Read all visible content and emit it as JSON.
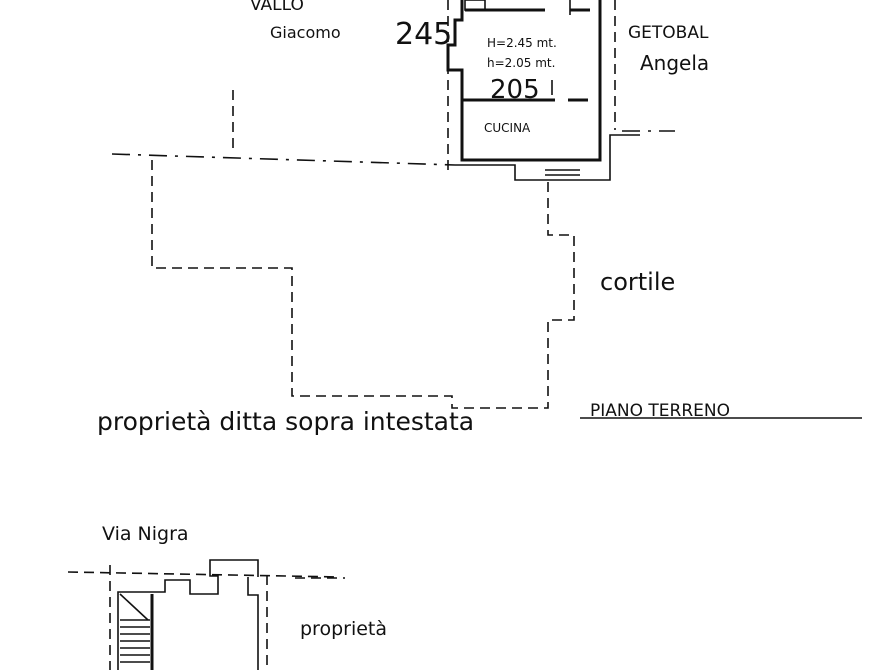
{
  "ground_floor": {
    "neighbor_left": {
      "surname": "VALLO",
      "name": "Giacomo"
    },
    "neighbor_right": {
      "surname": "GETOBAL",
      "name": "Angela"
    },
    "parcel_top": "245",
    "parcel_bottom": "205",
    "height_H": "H=2.45 mt.",
    "height_h": "h=2.05 mt.",
    "room": "CUCINA",
    "courtyard": "cortile",
    "property_note": "proprietà ditta sopra intestata",
    "floor_title": "PIANO TERRENO"
  },
  "upper_plan": {
    "street": "Via Nigra",
    "neighbor_right_label": "proprietà"
  }
}
